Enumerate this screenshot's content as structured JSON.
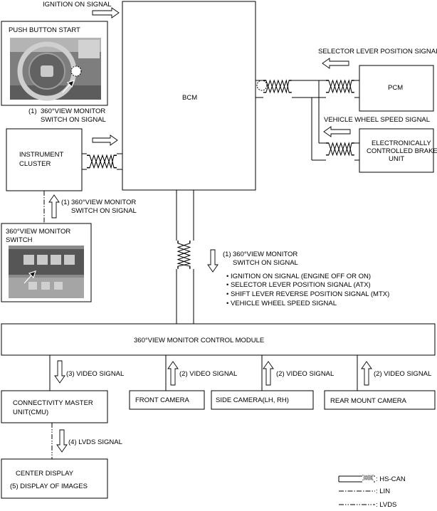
{
  "signals": {
    "ignition_on": "IGNITION ON SIGNAL",
    "selector_lever": "SELECTOR LEVER POSITION SIGNAL",
    "vehicle_wheel_speed": "VEHICLE WHEEL SPEED SIGNAL",
    "switch_on_1_num": "(1)",
    "switch_on_1_line1": "360°VIEW MONITOR",
    "switch_on_1_line2": "SWITCH ON SIGNAL",
    "switch_on_2_num": "(1)",
    "switch_on_2_line1": "360°VIEW MONITOR",
    "switch_on_2_line2": "SWITCH ON SIGNAL",
    "switch_on_3_num": "(1)",
    "switch_on_3_line1": "360°VIEW MONITOR",
    "switch_on_3_line2": "SWITCH ON SIGNAL",
    "bullets": [
      "• IGNITION ON SIGNAL (ENGINE OFF OR ON)",
      "• SELECTOR LEVER POSITION SIGNAL (ATX)",
      "• SHIFT LEVER REVERSE POSITION SIGNAL (MTX)",
      "• VEHICLE WHEEL SPEED SIGNAL"
    ],
    "video_3": "(3)  VIDEO SIGNAL",
    "video_front": "(2)  VIDEO SIGNAL",
    "video_side": "(2)  VIDEO SIGNAL",
    "video_rear": "(2)  VIDEO SIGNAL",
    "lvds": "(4)  LVDS SIGNAL"
  },
  "components": {
    "push_button_start": "PUSH BUTTON START",
    "bcm": "BCM",
    "pcm": "PCM",
    "brake_unit_line1": "ELECTRONICALLY",
    "brake_unit_line2": "CONTROLLED BRAKE",
    "brake_unit_line3": "UNIT",
    "instrument_cluster_line1": "INSTRUMENT",
    "instrument_cluster_line2": "CLUSTER",
    "view_switch_line1": "360°VIEW MONITOR",
    "view_switch_line2": "SWITCH",
    "control_module": "360°VIEW MONITOR CONTROL MODULE",
    "front_camera": "FRONT CAMERA",
    "side_camera": "SIDE CAMERA(LH, RH)",
    "rear_camera": "REAR MOUNT CAMERA",
    "cmu_line1": "CONNECTIVITY MASTER",
    "cmu_line2": "UNIT(CMU)",
    "center_display": "CENTER DISPLAY",
    "display_images": "(5)  DISPLAY OF IMAGES"
  },
  "legend": {
    "hs_can": ": HS-CAN",
    "lin": ": LIN",
    "lvds": ": LVDS"
  }
}
